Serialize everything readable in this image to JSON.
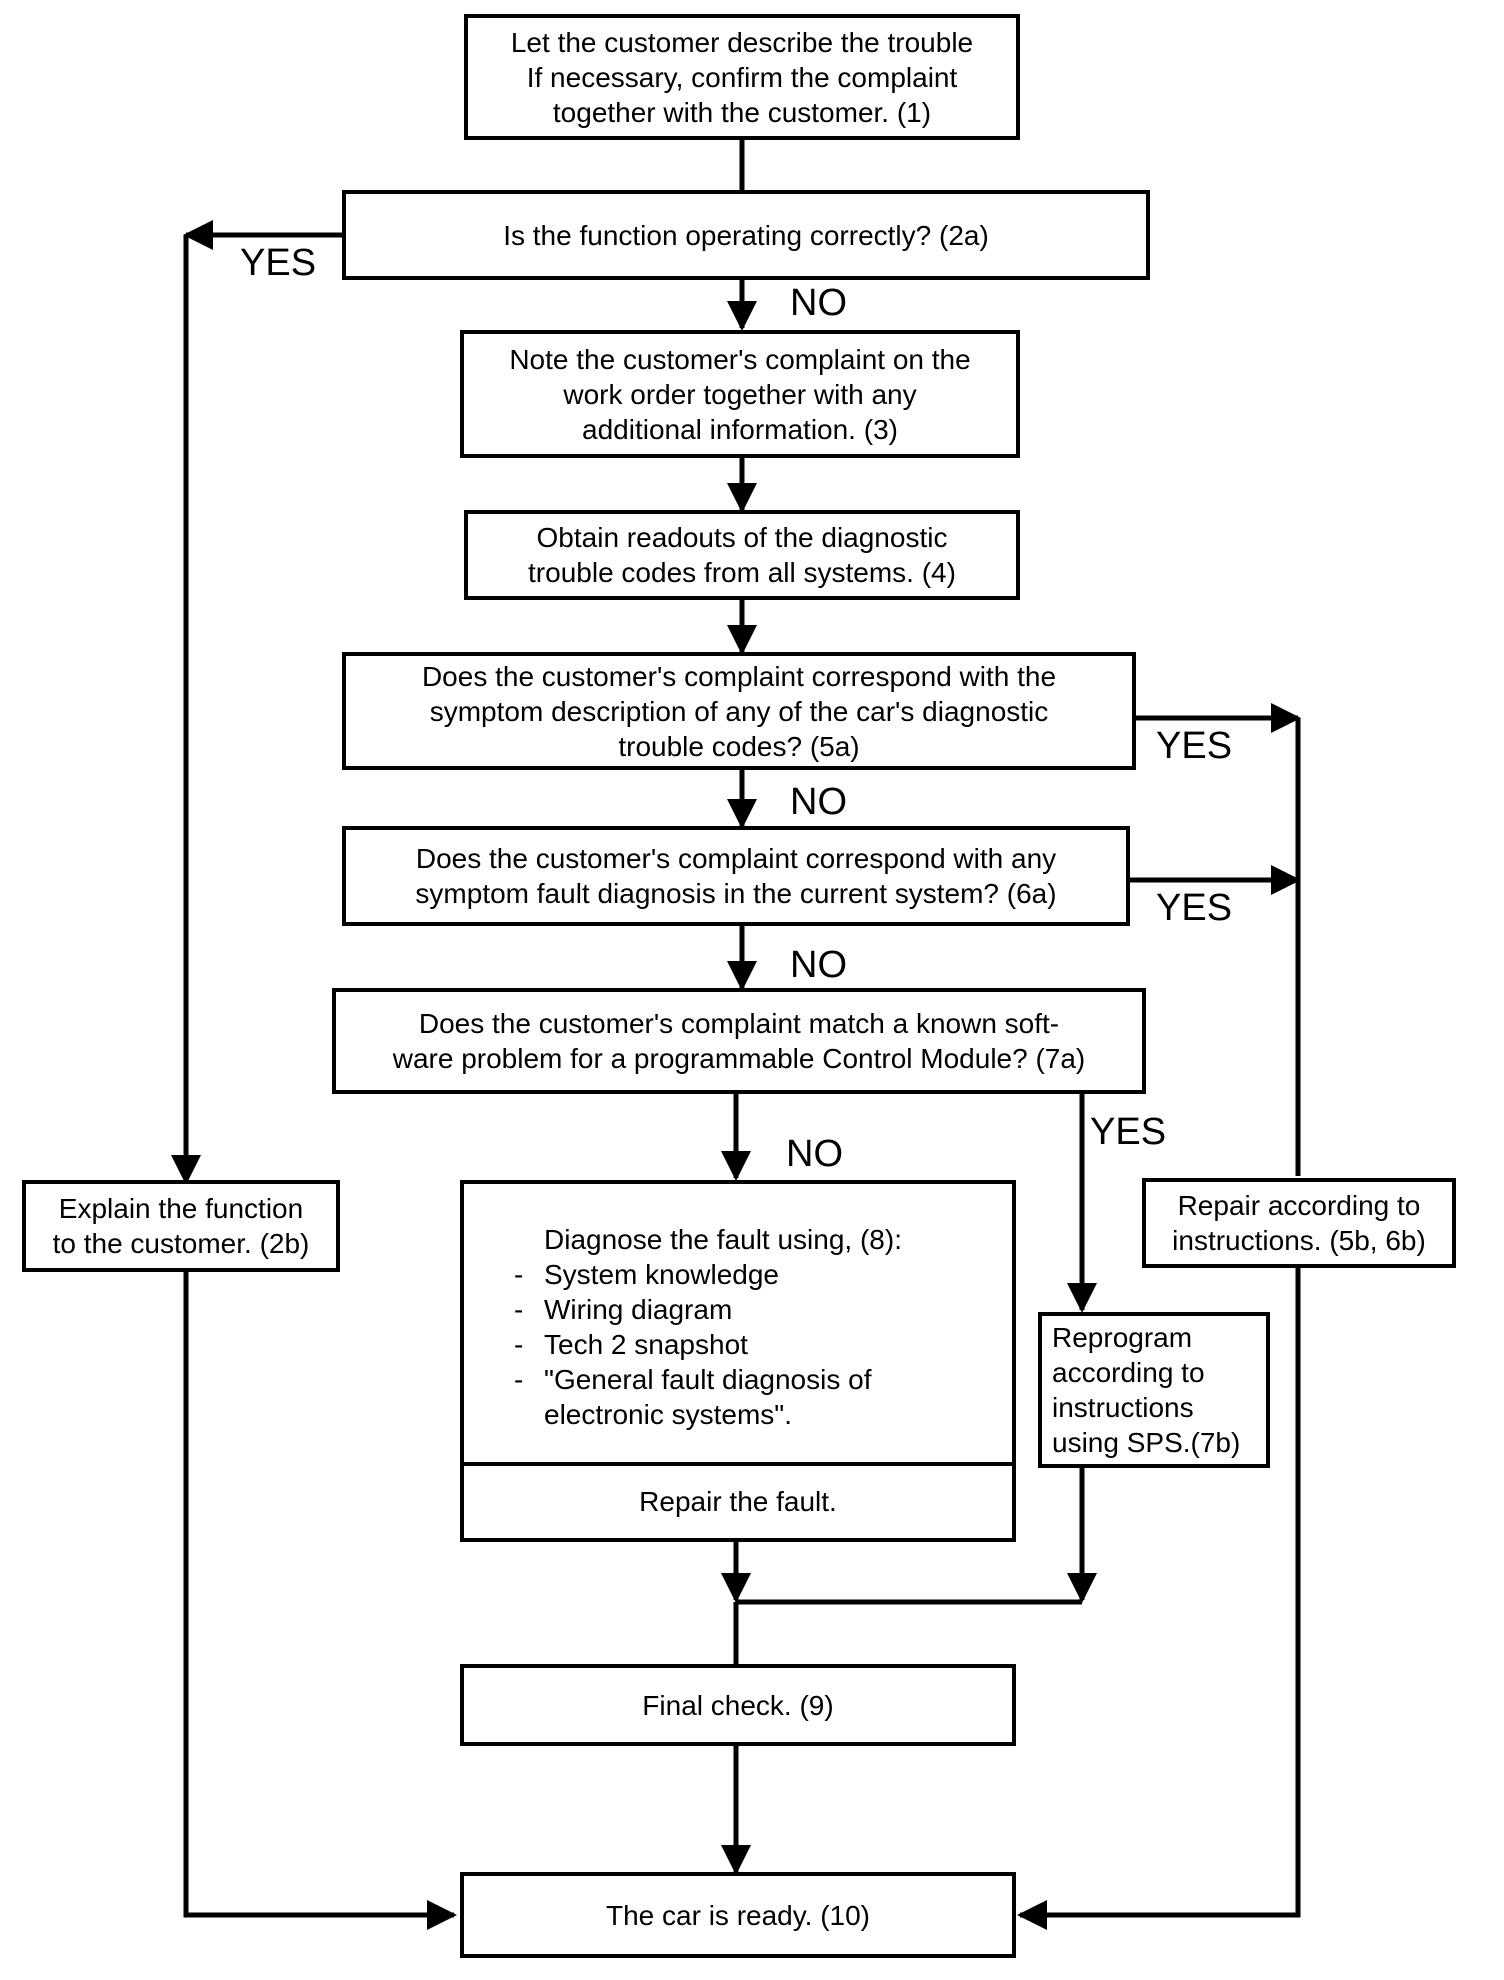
{
  "boxes": {
    "b1": "Let the customer describe the trouble\nIf necessary, confirm the complaint\ntogether with the customer. (1)",
    "b2a": "Is the function operating correctly?   (2a)",
    "b2b": "Explain the function\nto the customer. (2b)",
    "b3": "Note the customer's complaint on the\nwork order together with any\nadditional information.  (3)",
    "b4": "Obtain readouts of the diagnostic\ntrouble codes from all systems. (4)",
    "b5a": "Does the customer's complaint correspond with the\nsymptom description of any of the car's diagnostic\ntrouble codes? (5a)",
    "b6a": "Does the customer's complaint correspond with any\nsymptom fault diagnosis in the current system? (6a)",
    "b7a": "Does the customer's complaint match a known soft-\nware problem for a programmable Control Module? (7a)",
    "b8": {
      "title": "Diagnose the fault using, (8):",
      "items": [
        "System knowledge",
        "Wiring diagram",
        "Tech 2 snapshot",
        "\"General fault diagnosis of\nelectronic systems\"."
      ],
      "repair": "Repair the fault."
    },
    "b7b": "Reprogram\naccording to\ninstructions\nusing SPS.(7b)",
    "b5b": "Repair according to\ninstructions. (5b, 6b)",
    "b9": "Final check. (9)",
    "b10": "The car is ready. (10)"
  },
  "labels": {
    "yes_2a": "YES",
    "no_2a": "NO",
    "yes_5a": "YES",
    "no_5a": "NO",
    "yes_6a": "YES",
    "no_6a": "NO",
    "yes_7a": "YES",
    "no_7a": "NO"
  }
}
